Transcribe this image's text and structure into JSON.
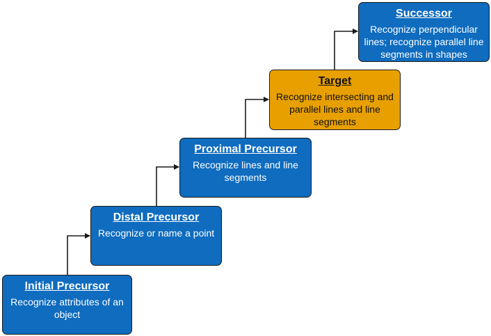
{
  "steps": [
    {
      "id": "initial",
      "title": "Initial Precursor",
      "description": "Recognize attributes of an object",
      "color": "#0f6cbf"
    },
    {
      "id": "distal",
      "title": "Distal Precursor",
      "description": "Recognize or name a point",
      "color": "#0f6cbf"
    },
    {
      "id": "proximal",
      "title": "Proximal Precursor",
      "description": "Recognize lines and line segments",
      "color": "#0f6cbf"
    },
    {
      "id": "target",
      "title": "Target",
      "description": "Recognize intersecting and parallel lines and line segments",
      "color": "#e8a000"
    },
    {
      "id": "successor",
      "title": "Successor",
      "description": "Recognize perpendicular lines; recognize parallel line segments in shapes",
      "color": "#0f6cbf"
    }
  ]
}
